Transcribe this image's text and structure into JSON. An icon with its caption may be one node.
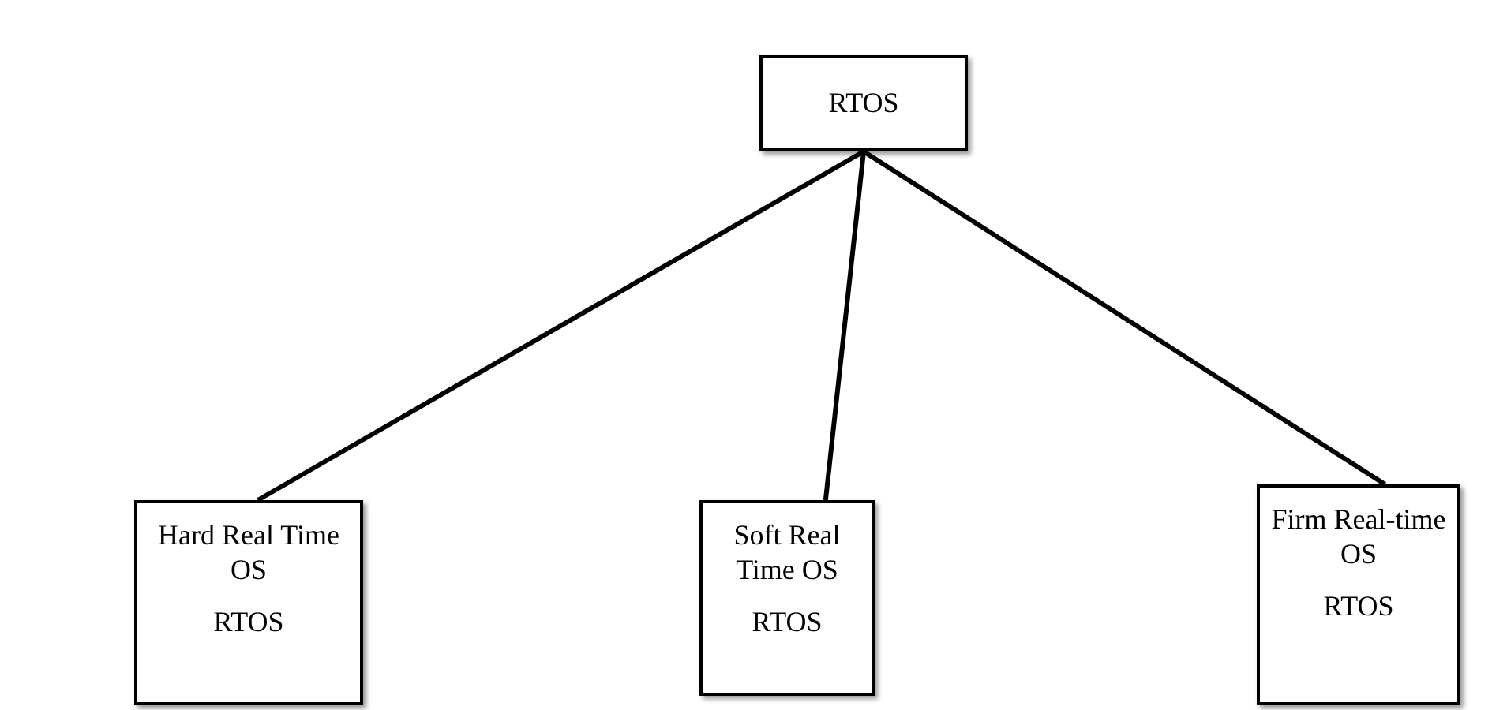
{
  "diagram": {
    "nodes": [
      {
        "text": [
          "RTOS"
        ]
      },
      {
        "text": [
          "Hard Real Time OS",
          "RTOS"
        ]
      },
      {
        "text": [
          "Soft Real Time OS",
          "RTOS"
        ]
      },
      {
        "text": [
          "Firm Real-time OS",
          "RTOS"
        ]
      }
    ],
    "edges": [
      {
        "from": 0,
        "to": 1,
        "arrow": "none"
      },
      {
        "from": 0,
        "to": 2,
        "arrow": "none"
      },
      {
        "from": 0,
        "to": 3,
        "arrow": "none"
      }
    ]
  }
}
